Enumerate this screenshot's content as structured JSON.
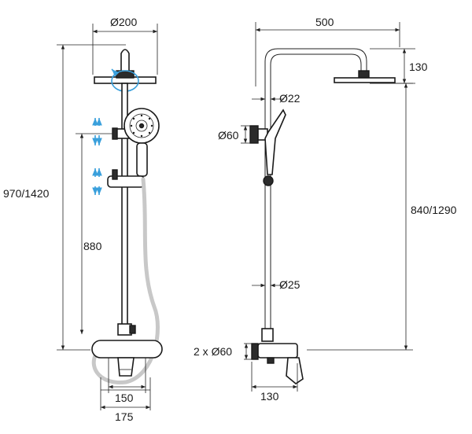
{
  "front_view": {
    "head_diameter": "Ø200",
    "total_height": "970/1420",
    "bar_height": "880",
    "inlet_spacing": "150",
    "mixer_width": "175"
  },
  "side_view": {
    "arm_length": "500",
    "head_drop": "130",
    "connector_diameter": "Ø22",
    "holder_diameter": "Ø60",
    "rail_height": "840/1290",
    "pipe_diameter": "Ø25",
    "flange_diameter": "2 x Ø60",
    "wall_depth": "130"
  },
  "colors": {
    "line": "#222222",
    "hose": "#c8c8c8",
    "adjust_arrows": "#3aa0dc"
  }
}
